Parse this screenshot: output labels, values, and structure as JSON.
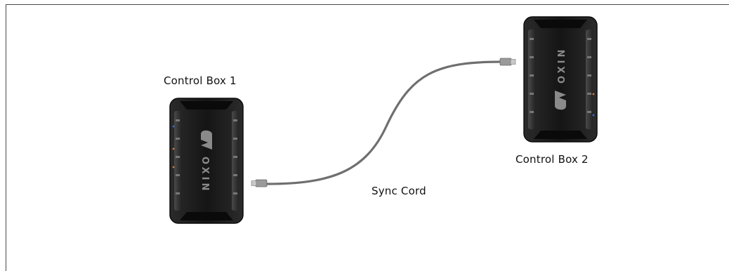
{
  "labels": {
    "control_box_1": "Control Box 1",
    "control_box_2": "Control Box 2",
    "sync_cord": "Sync Cord"
  },
  "device": {
    "brand_text": "OXIN",
    "body_color": "#1b1b1b",
    "trim_color": "#3a3a3a"
  },
  "cord_color": "#6f6f6f"
}
